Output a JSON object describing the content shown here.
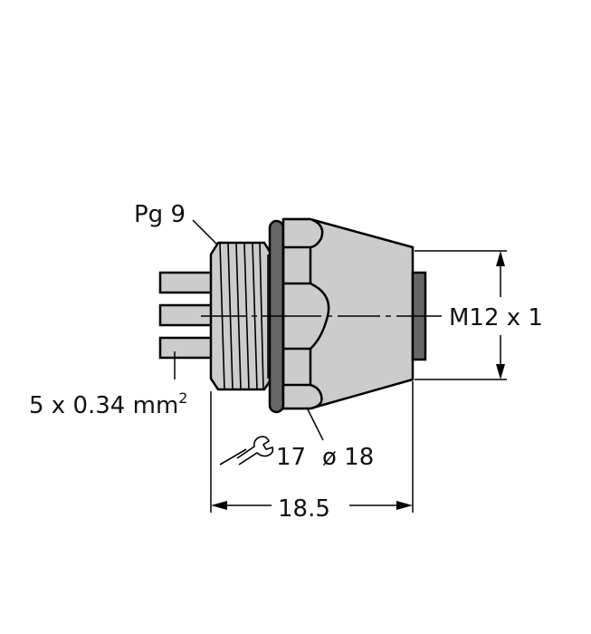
{
  "diagram": {
    "type": "dimensional drawing",
    "subject": "panel-mount connector, M12 x 1 receptacle with Pg 9 thread and 5 single wires",
    "labels": {
      "thread_rear": "Pg 9",
      "wires": "5 x 0.34 mm",
      "wires_superscript": "2",
      "front_thread": "M12 x 1",
      "wrench_size": "17",
      "diameter": "ø 18",
      "overall_length": "18.5"
    },
    "colors": {
      "body_fill": "#cccccc",
      "seal_fill": "#666666",
      "outline": "#000000",
      "background": "#ffffff"
    },
    "icons": {
      "wrench": "wrench-icon"
    }
  }
}
